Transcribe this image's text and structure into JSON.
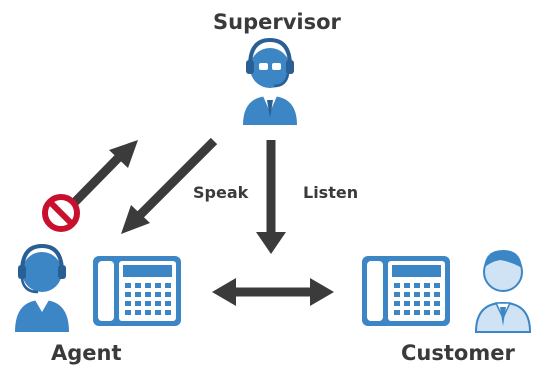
{
  "labels": {
    "supervisor": "Supervisor",
    "agent": "Agent",
    "customer": "Customer",
    "speak": "Speak",
    "listen": "Listen"
  },
  "icons": {
    "supervisor": "supervisor-headset-icon",
    "agent": "agent-headset-icon",
    "customer": "customer-person-icon",
    "agent_phone": "desk-phone-icon",
    "customer_phone": "desk-phone-icon",
    "blocked": "no-entry-icon"
  },
  "colors": {
    "icon_blue": "#3d86c6",
    "icon_light": "#cfe3f5",
    "arrow": "#3b3b3b",
    "blocked": "#c8102e",
    "text": "#3a3a3a"
  }
}
